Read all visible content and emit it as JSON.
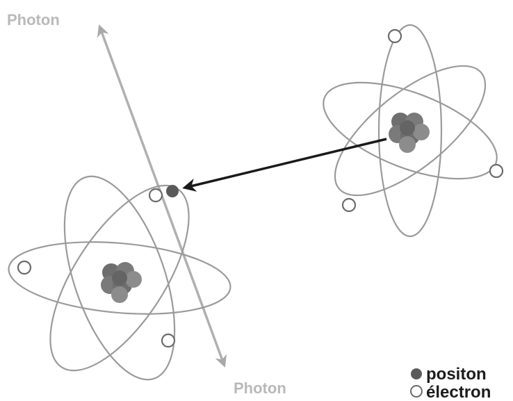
{
  "labels": {
    "photon_top": "Photon",
    "photon_bottom": "Photon"
  },
  "legend": {
    "positron": "positon",
    "electron": "électron"
  },
  "colors": {
    "orbit": "#9a9a9a",
    "photon_path": "#b0b0b0",
    "nucleus": "#6e6e6e",
    "nucleus_light": "#8c8c8c",
    "positron": "#5a5a5a",
    "electron_fill": "#ffffff",
    "electron_stroke": "#6a6a6a",
    "emission_arrow": "#1a1a1a"
  }
}
